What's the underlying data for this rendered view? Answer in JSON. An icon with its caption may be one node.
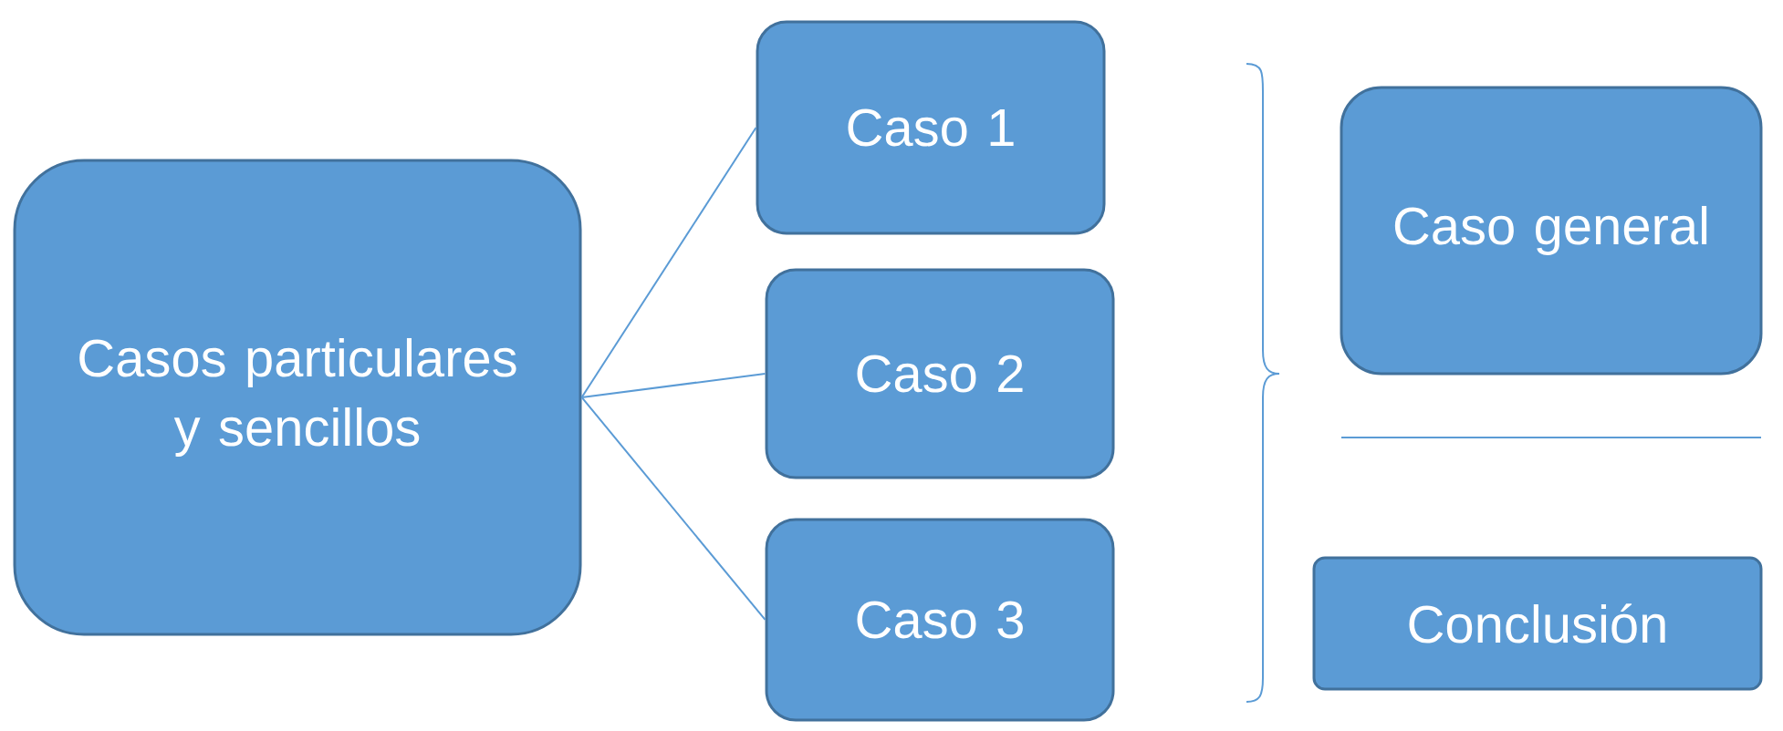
{
  "diagram": {
    "nodes": [
      {
        "text": [
          "Casos particulares y sencillos"
        ]
      },
      {
        "text": [
          "Caso 1"
        ]
      },
      {
        "text": [
          "Caso 2"
        ]
      },
      {
        "text": [
          "Caso 3"
        ]
      },
      {
        "text": [
          "Caso general"
        ]
      },
      {
        "text": [
          "Conclusión"
        ]
      }
    ],
    "edges": [
      {
        "from": 0,
        "to": 1,
        "arrow": "none"
      },
      {
        "from": 0,
        "to": 2,
        "arrow": "none"
      },
      {
        "from": 0,
        "to": 3,
        "arrow": "none"
      }
    ]
  }
}
